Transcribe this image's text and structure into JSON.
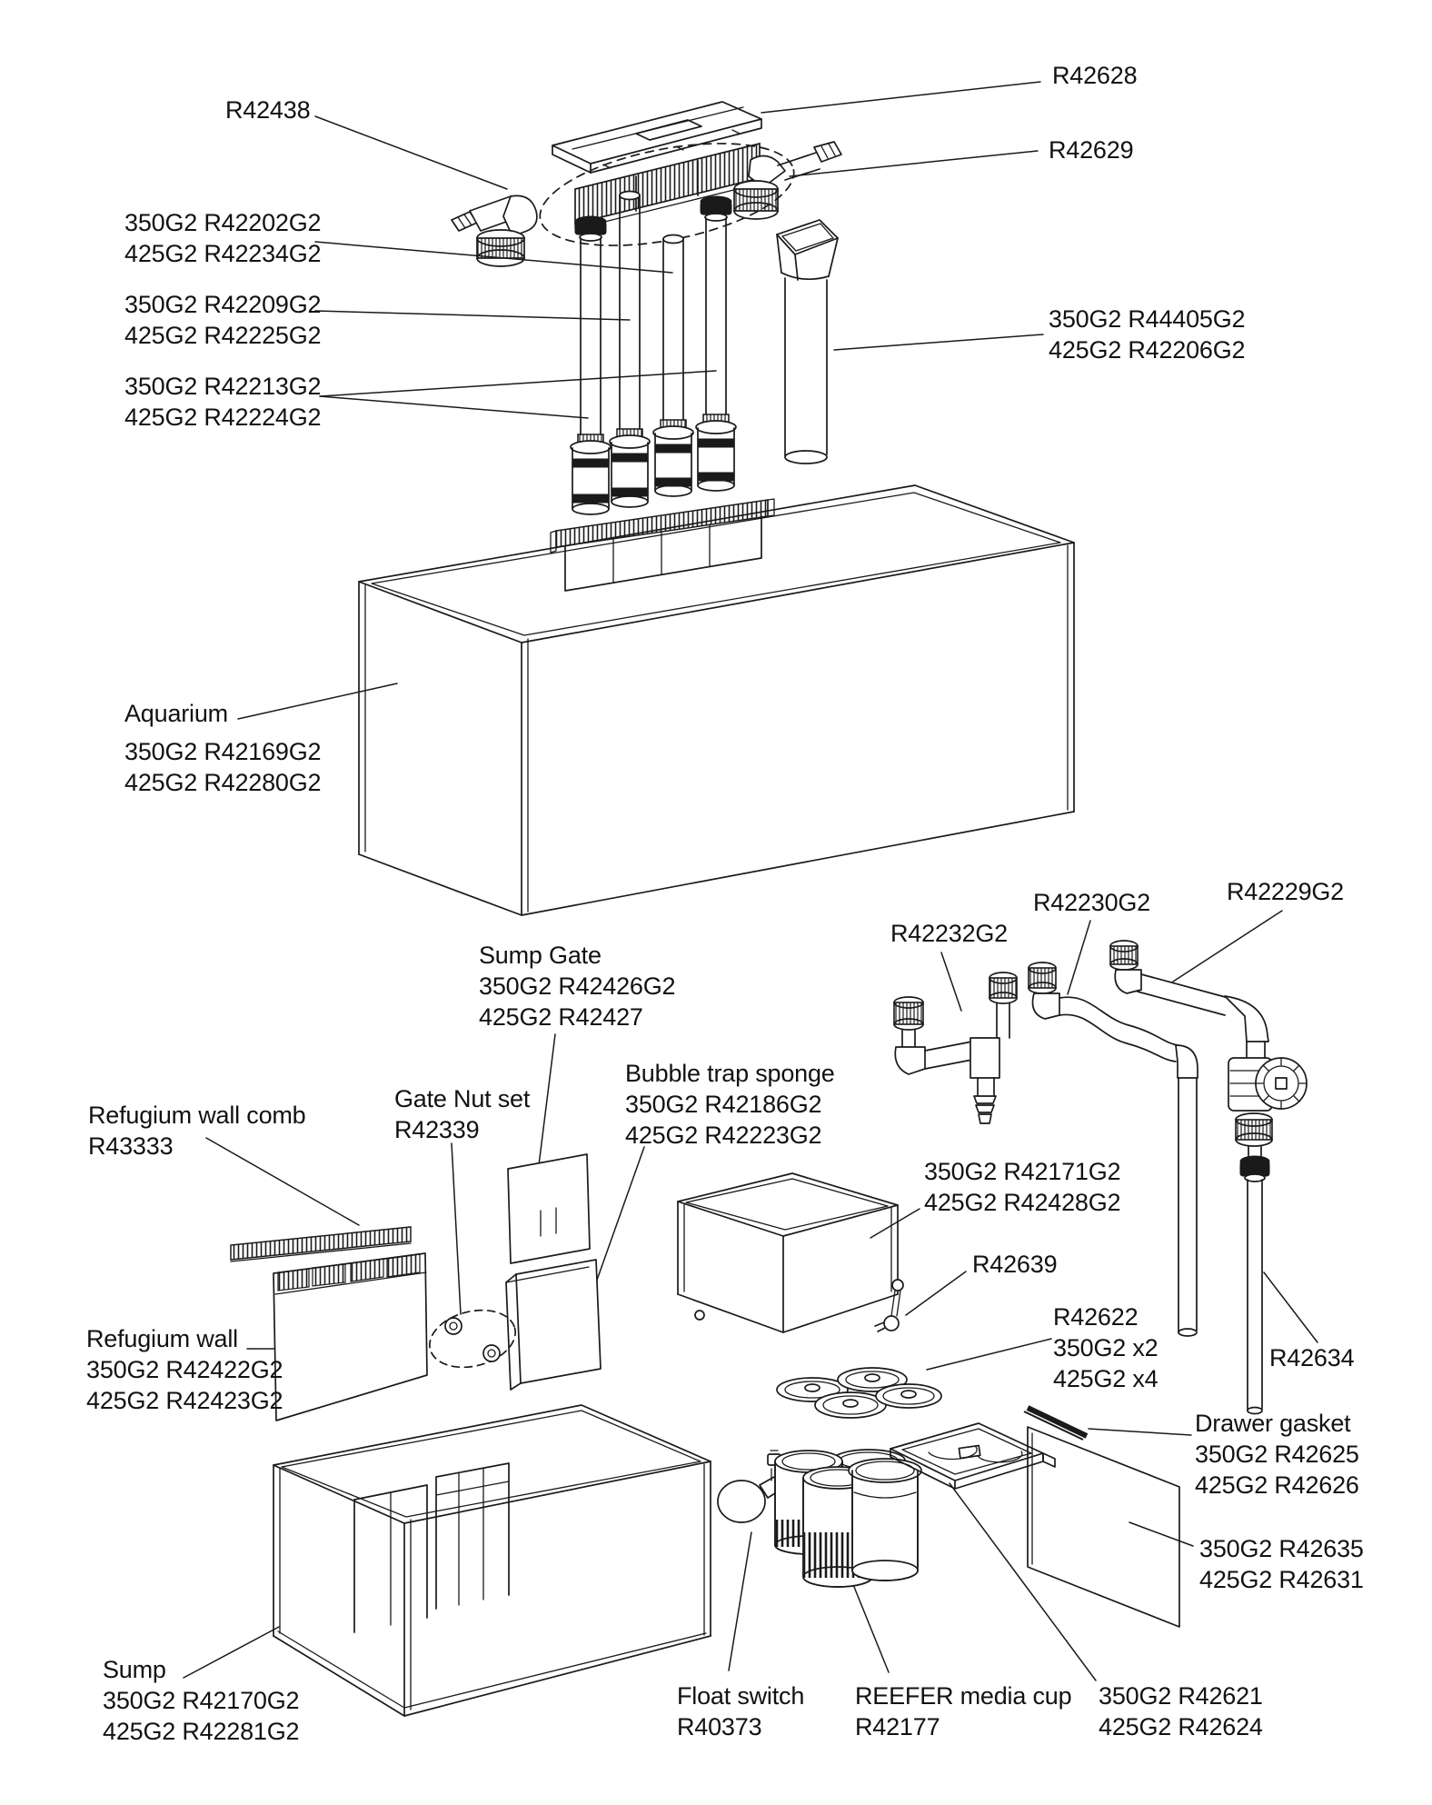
{
  "diagram_type": "exploded-parts-diagram",
  "colors": {
    "line": "#1a1a1a",
    "text": "#121212",
    "background": "#ffffff"
  },
  "labels": {
    "r42628": {
      "lines": [
        "R42628"
      ]
    },
    "r42438": {
      "lines": [
        "R42438"
      ]
    },
    "r42629": {
      "lines": [
        "R42629"
      ]
    },
    "pipe_202": {
      "lines": [
        "350G2 R42202G2",
        "425G2 R42234G2"
      ]
    },
    "pipe_209": {
      "lines": [
        "350G2 R42209G2",
        "425G2 R42225G2"
      ]
    },
    "pipe_213": {
      "lines": [
        "350G2 R42213G2",
        "425G2 R42224G2"
      ]
    },
    "downspout_44405": {
      "lines": [
        "350G2 R44405G2",
        "425G2 R42206G2"
      ]
    },
    "aquarium": {
      "lines": [
        "Aquarium",
        "350G2 R42169G2",
        "425G2 R42280G2"
      ]
    },
    "r42232g2": {
      "lines": [
        "R42232G2"
      ]
    },
    "r42230g2": {
      "lines": [
        "R42230G2"
      ]
    },
    "r42229g2": {
      "lines": [
        "R42229G2"
      ]
    },
    "sump_gate": {
      "lines": [
        "Sump Gate",
        "350G2 R42426G2",
        "425G2 R42427"
      ]
    },
    "gate_nut_set": {
      "lines": [
        "Gate Nut set",
        "R42339"
      ]
    },
    "bubble_trap_sponge": {
      "lines": [
        "Bubble trap sponge",
        "350G2 R42186G2",
        "425G2 R42223G2"
      ]
    },
    "refugium_wall_comb": {
      "lines": [
        "Refugium wall comb",
        "R43333"
      ]
    },
    "media_box_42171": {
      "lines": [
        "350G2 R42171G2",
        "425G2 R42428G2"
      ]
    },
    "r42639": {
      "lines": [
        "R42639"
      ]
    },
    "cup_lids_42622": {
      "lines": [
        "R42622",
        "350G2 x2",
        "425G2 x4"
      ]
    },
    "r42634": {
      "lines": [
        "R42634"
      ]
    },
    "refugium_wall": {
      "lines": [
        "Refugium wall",
        "350G2 R42422G2",
        "425G2 R42423G2"
      ]
    },
    "drawer_gasket": {
      "lines": [
        "Drawer gasket",
        "350G2 R42625",
        "425G2 R42626"
      ]
    },
    "panel_42635": {
      "lines": [
        "350G2 R42635",
        "425G2 R42631"
      ]
    },
    "sump": {
      "lines": [
        "Sump",
        "350G2 R42170G2",
        "425G2 R42281G2"
      ]
    },
    "float_switch": {
      "lines": [
        "Float switch",
        "R40373"
      ]
    },
    "reefer_media_cup": {
      "lines": [
        "REEFER media cup",
        "R42177"
      ]
    },
    "drawer_42621": {
      "lines": [
        "350G2 R42621",
        "425G2 R42624"
      ]
    }
  }
}
